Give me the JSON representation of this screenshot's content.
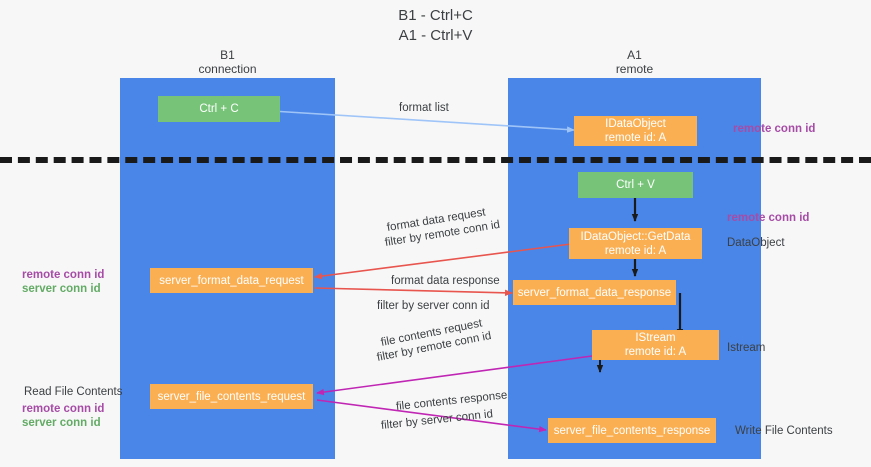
{
  "title": {
    "line1": "B1 - Ctrl+C",
    "line2": "A1 - Ctrl+V"
  },
  "columns": [
    {
      "id": "b1",
      "name": "B1",
      "role": "connection"
    },
    {
      "id": "a1",
      "name": "A1",
      "role": "remote"
    }
  ],
  "colors": {
    "lane": "#4a86e8",
    "green_node": "#77c479",
    "orange_node": "#fbaf53",
    "remote_conn_id": "#a64ca6",
    "server_conn_id": "#63ab65",
    "arrow_format_list": "#9fc5f8",
    "arrow_format_data": "#e8554e",
    "arrow_file_contents": "#c026b4",
    "arrow_black": "#1a1a1a",
    "divider": "#1a1a1a",
    "background": "#f7f7f7"
  },
  "nodes": [
    {
      "id": "ctrl-c",
      "label": "Ctrl + C",
      "sub": "",
      "style": "green"
    },
    {
      "id": "idataobject",
      "label": "IDataObject",
      "sub": "remote id: A",
      "style": "orange"
    },
    {
      "id": "ctrl-v",
      "label": "Ctrl + V",
      "sub": "",
      "style": "green"
    },
    {
      "id": "getdata",
      "label": "IDataObject::GetData",
      "sub": "remote id: A",
      "style": "orange"
    },
    {
      "id": "server-format-data-request",
      "label": "server_format_data_request",
      "sub": "",
      "style": "orange"
    },
    {
      "id": "server-format-data-response",
      "label": "server_format_data_response",
      "sub": "",
      "style": "orange"
    },
    {
      "id": "istream",
      "label": "IStream",
      "sub": "remote id: A",
      "style": "orange"
    },
    {
      "id": "server-file-contents-request",
      "label": "server_file_contents_request",
      "sub": "",
      "style": "orange"
    },
    {
      "id": "server-file-contents-response",
      "label": "server_file_contents_response",
      "sub": "",
      "style": "orange"
    }
  ],
  "edge_labels": {
    "format_list": "format list",
    "format_data_request": "format data request",
    "format_data_request_filter_prefix": "filter by ",
    "format_data_request_filter_key": "remote conn id",
    "format_data_response": "format data response",
    "format_data_response_filter_prefix": "filter by ",
    "format_data_response_filter_key": "server conn id",
    "file_contents_request": "file contents request",
    "file_contents_request_filter_prefix": "filter by ",
    "file_contents_request_filter_key": "remote conn id",
    "file_contents_response": "file contents response",
    "file_contents_response_filter_prefix": "filter by ",
    "file_contents_response_filter_key": "server conn id"
  },
  "annotations": {
    "right_remote_conn_id_top": "remote conn id",
    "right_remote_conn_id_mid": "remote conn id",
    "right_dataobject": "DataObject",
    "right_istream": "Istream",
    "right_write_file_contents": "Write File Contents",
    "left_remote_conn_id_mid": "remote conn id",
    "left_server_conn_id_mid": "server conn id",
    "left_read_file_contents": "Read File Contents",
    "left_remote_conn_id_bottom": "remote conn id",
    "left_server_conn_id_bottom": "server conn id"
  }
}
